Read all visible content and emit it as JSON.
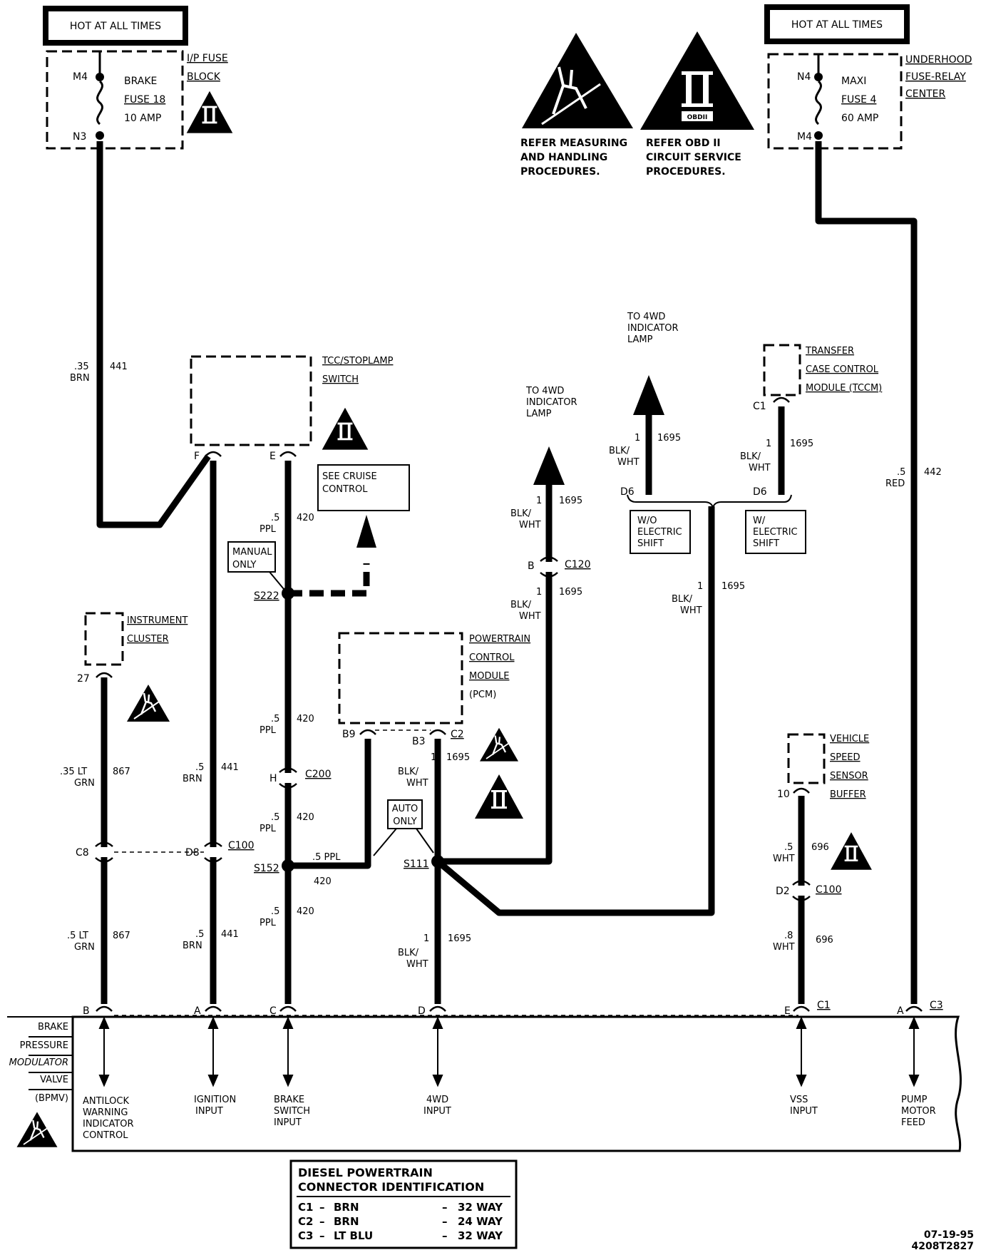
{
  "fuses": {
    "left": {
      "hot_label": "HOT AT ALL TIMES",
      "block": [
        "I/P FUSE",
        "BLOCK"
      ],
      "name": [
        "BRAKE",
        "FUSE 18",
        "10 AMP"
      ],
      "top_pin": "M4",
      "bottom_pin": "N3"
    },
    "right": {
      "hot_label": "HOT AT ALL TIMES",
      "block": [
        "UNDERHOOD",
        "FUSE-RELAY",
        "CENTER"
      ],
      "name": [
        "MAXI",
        "FUSE 4",
        "60 AMP"
      ],
      "top_pin": "N4",
      "bottom_pin": "M4"
    }
  },
  "notices": {
    "esd": [
      "REFER MEASURING",
      "AND HANDLING",
      "PROCEDURES."
    ],
    "obd": [
      "REFER  OBD II",
      "CIRCUIT SERVICE",
      "PROCEDURES."
    ],
    "obd_badge": "OBDII"
  },
  "components": {
    "tcc": [
      "TCC/STOPLAMP",
      "SWITCH"
    ],
    "cruise": [
      "SEE CRUISE",
      "CONTROL"
    ],
    "manual_only": [
      "MANUAL",
      "ONLY"
    ],
    "auto_only": [
      "AUTO",
      "ONLY"
    ],
    "cluster": [
      "INSTRUMENT",
      "CLUSTER"
    ],
    "pcm": [
      "POWERTRAIN",
      "CONTROL",
      "MODULE",
      "(PCM)"
    ],
    "tccm": [
      "TRANSFER",
      "CASE CONTROL",
      "MODULE (TCCM)"
    ],
    "vss_buffer": [
      "VEHICLE",
      "SPEED",
      "SENSOR",
      "BUFFER"
    ],
    "lamp_a": [
      "TO 4WD",
      "INDICATOR",
      "LAMP"
    ],
    "lamp_b": [
      "TO 4WD",
      "INDICATOR",
      "LAMP"
    ],
    "wo_shift": [
      "W/O",
      "ELECTRIC",
      "SHIFT"
    ],
    "w_shift": [
      "W/",
      "ELECTRIC",
      "SHIFT"
    ],
    "bpmv": [
      "BRAKE",
      "PRESSURE",
      "MODULATOR",
      "VALVE",
      "(BPMV)"
    ]
  },
  "pins": {
    "tcc_f": "F",
    "tcc_e": "E",
    "cluster_27": "27",
    "pcm_b9": "B9",
    "pcm_b3": "B3",
    "pcm_c2": "C2",
    "tccm_c1": "C1",
    "vss_10": "10",
    "d6_left": "D6",
    "d6_right": "D6",
    "c120_pin": "B",
    "c120": "C120",
    "c200_pin": "H",
    "c200": "C200",
    "c100_c8": "C8",
    "c100_d8": "D8",
    "c100": "C100",
    "c100_d2": "D2",
    "c100_r": "C100",
    "s222": "S222",
    "s152": "S152",
    "s111": "S111",
    "bpmv_b": "B",
    "bpmv_a": "A",
    "bpmv_c": "C",
    "bpmv_d": "D",
    "bpmv_e": "E",
    "bpmv_c1": "C1",
    "bpmv_a2": "A",
    "bpmv_c3": "C3"
  },
  "wires": {
    "w441_top": {
      "gauge": ".35",
      "color": "BRN",
      "circuit": "441"
    },
    "w441_mid": {
      "gauge": ".5",
      "color": "BRN",
      "circuit": "441"
    },
    "w441_low": {
      "gauge": ".5",
      "color": "BRN",
      "circuit": "441"
    },
    "w420_a": {
      "gauge": ".5",
      "color": "PPL",
      "circuit": "420"
    },
    "w420_b": {
      "gauge": ".5",
      "color": "PPL",
      "circuit": "420"
    },
    "w420_c": {
      "gauge": ".5",
      "color": "PPL",
      "circuit": "420"
    },
    "w420_d": {
      "gauge": ".5",
      "color": "PPL",
      "circuit": "420"
    },
    "w420_s152": {
      "label": ".5 PPL",
      "circuit": "420"
    },
    "w867_top": {
      "gauge": ".35 LT",
      "color": "GRN",
      "circuit": "867"
    },
    "w867_low": {
      "gauge": ".5 LT",
      "color": "GRN",
      "circuit": "867"
    },
    "w1695_pcm": {
      "gauge": "1",
      "color": [
        "BLK/",
        "WHT"
      ],
      "circuit": "1695"
    },
    "w1695_low": {
      "gauge": "1",
      "color": [
        "BLK/",
        "WHT"
      ],
      "circuit": "1695"
    },
    "w1695_up1": {
      "gauge": "1",
      "color": [
        "BLK/",
        "WHT"
      ],
      "circuit": "1695"
    },
    "w1695_up2": {
      "gauge": "1",
      "color": [
        "BLK/",
        "WHT"
      ],
      "circuit": "1695"
    },
    "w1695_wo": {
      "gauge": "1",
      "color": [
        "BLK/",
        "WHT"
      ],
      "circuit": "1695"
    },
    "w1695_w": {
      "gauge": "1",
      "color": [
        "BLK/",
        "WHT"
      ],
      "circuit": "1695"
    },
    "w1695_sh": {
      "gauge": "1",
      "color": [
        "BLK/",
        "WHT"
      ],
      "circuit": "1695"
    },
    "w442": {
      "gauge": ".5",
      "color": "RED",
      "circuit": "442"
    },
    "w696_top": {
      "gauge": ".5",
      "color": "WHT",
      "circuit": "696"
    },
    "w696_low": {
      "gauge": ".8",
      "color": "WHT",
      "circuit": "696"
    }
  },
  "bpmv_inputs": [
    [
      "ANTILOCK",
      "WARNING",
      "INDICATOR",
      "CONTROL"
    ],
    [
      "IGNITION",
      "INPUT"
    ],
    [
      "BRAKE",
      "SWITCH",
      "INPUT"
    ],
    [
      "4WD",
      "INPUT"
    ],
    [
      "VSS",
      "INPUT"
    ],
    [
      "PUMP",
      "MOTOR",
      "FEED"
    ]
  ],
  "connector_table": {
    "title": [
      "DIESEL POWERTRAIN",
      "CONNECTOR IDENTIFICATION"
    ],
    "rows": [
      {
        "id": "C1",
        "color": "BRN",
        "size": "32 WAY"
      },
      {
        "id": "C2",
        "color": "BRN",
        "size": "24 WAY"
      },
      {
        "id": "C3",
        "color": "LT BLU",
        "size": "32 WAY"
      }
    ]
  },
  "footer": {
    "date": "07-19-95",
    "code": "4208T2827"
  }
}
